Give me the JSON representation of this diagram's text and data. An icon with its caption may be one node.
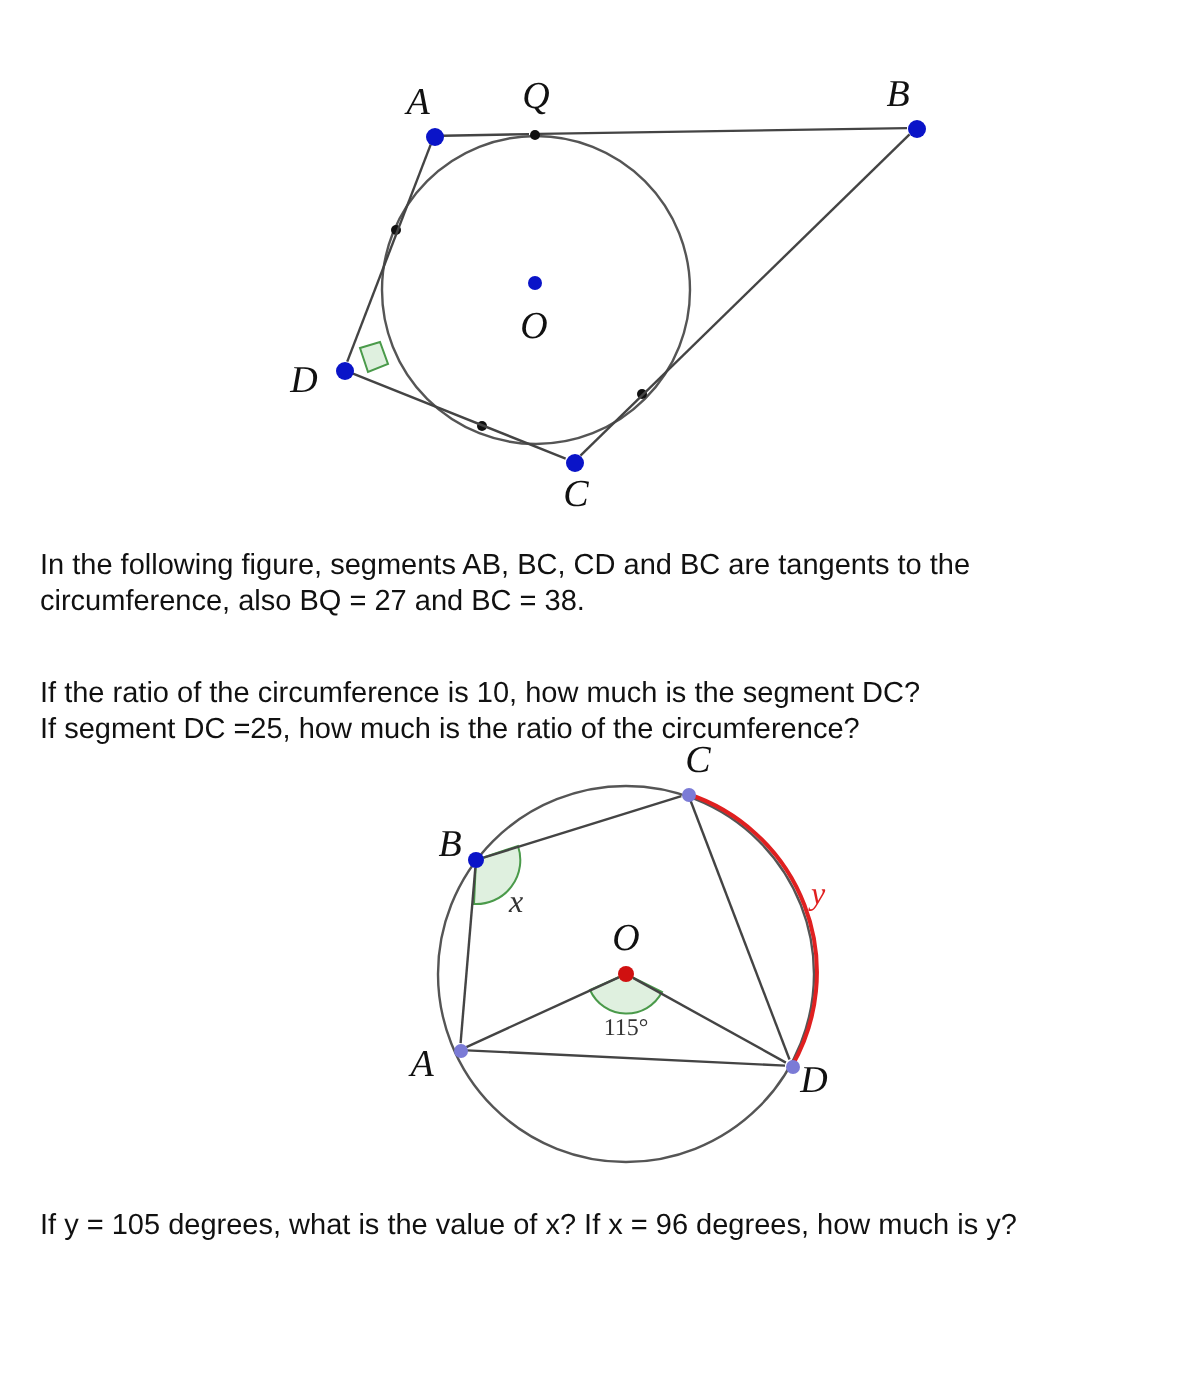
{
  "diagram": {
    "nodes": [
      {
        "text": [],
        "shape": "circle",
        "beside": [
          "A"
        ]
      },
      {
        "text": [],
        "shape": "circle",
        "beside": [
          "Q"
        ]
      },
      {
        "text": [],
        "shape": "circle",
        "beside": [
          "B"
        ]
      },
      {
        "text": [],
        "shape": "circle",
        "beside": [
          "D"
        ]
      },
      {
        "text": [],
        "shape": "circle",
        "beside": [
          "O"
        ]
      },
      {
        "text": [],
        "shape": "circle",
        "beside": [
          "C"
        ]
      },
      {
        "text": [],
        "shape": "circle",
        "beside": [
          "C"
        ]
      },
      {
        "text": [],
        "shape": "circle",
        "beside": [
          "B"
        ]
      },
      {
        "text": [],
        "shape": "circle",
        "beside": [
          "O"
        ]
      },
      {
        "text": [],
        "shape": "circle",
        "beside": [
          "A"
        ]
      },
      {
        "text": [],
        "shape": "circle",
        "beside": [
          "D"
        ]
      }
    ],
    "edges": [
      {
        "from": 0,
        "to": 1,
        "arrow": "none"
      },
      {
        "from": 1,
        "to": 2,
        "arrow": "none"
      },
      {
        "from": 2,
        "to": 5,
        "arrow": "none"
      },
      {
        "from": 5,
        "to": 3,
        "arrow": "none"
      },
      {
        "from": 3,
        "to": 0,
        "arrow": "none"
      },
      {
        "from": 7,
        "to": 6,
        "arrow": "none"
      },
      {
        "from": 6,
        "to": 10,
        "arrow": "none"
      },
      {
        "from": 10,
        "to": 9,
        "arrow": "none"
      },
      {
        "from": 9,
        "to": 7,
        "arrow": "none"
      },
      {
        "from": 9,
        "to": 8,
        "arrow": "none"
      },
      {
        "from": 8,
        "to": 10,
        "arrow": "none"
      }
    ],
    "labels": [
      "In the following figure, segments AB, BC, CD and BC are tangents to the circumference, also BQ = 27 and BC = 38.",
      "If the ratio of the circumference is 10, how much is the segment DC?",
      "If segment DC =25, how much is the ratio of the circumference?",
      "y",
      "x",
      "115°",
      "If y = 105 degrees, what is the value of x? If x = 96 degrees, how much is y?"
    ]
  }
}
